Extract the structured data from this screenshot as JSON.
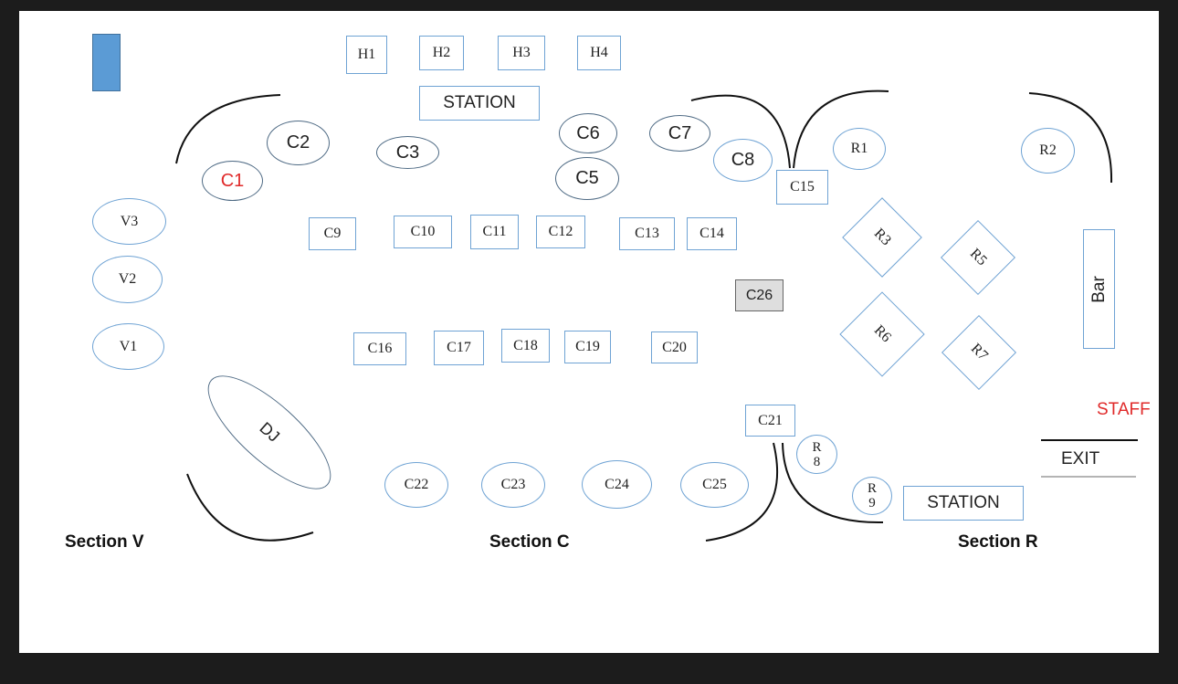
{
  "colors": {
    "table_border": "#6fa3d4",
    "dark_border": "#4e6a84",
    "accent_red": "#e02a2a",
    "marker_blue": "#5b9bd5",
    "c26_fill": "#dedede"
  },
  "tables": {
    "H1": "H1",
    "H2": "H2",
    "H3": "H3",
    "H4": "H4",
    "station_top": "STATION",
    "station_bottom": "STATION",
    "C1": "C1",
    "C2": "C2",
    "C3": "C3",
    "C5": "C5",
    "C6": "C6",
    "C7": "C7",
    "C8": "C8",
    "C9": "C9",
    "C10": "C10",
    "C11": "C11",
    "C12": "C12",
    "C13": "C13",
    "C14": "C14",
    "C15": "C15",
    "C16": "C16",
    "C17": "C17",
    "C18": "C18",
    "C19": "C19",
    "C20": "C20",
    "C21": "C21",
    "C22": "C22",
    "C23": "C23",
    "C24": "C24",
    "C25": "C25",
    "C26": "C26",
    "V1": "V1",
    "V2": "V2",
    "V3": "V3",
    "R1": "R1",
    "R2": "R2",
    "R3": "R3",
    "R5": "R5",
    "R6": "R6",
    "R7": "R7",
    "R8_top": "R",
    "R8_bottom": "8",
    "R9_top": "R",
    "R9_bottom": "9",
    "DJ": "DJ",
    "Bar": "Bar"
  },
  "labels": {
    "staff": "STAFF",
    "exit": "EXIT"
  },
  "sections": {
    "v": "Section V",
    "c": "Section C",
    "r": "Section R"
  }
}
